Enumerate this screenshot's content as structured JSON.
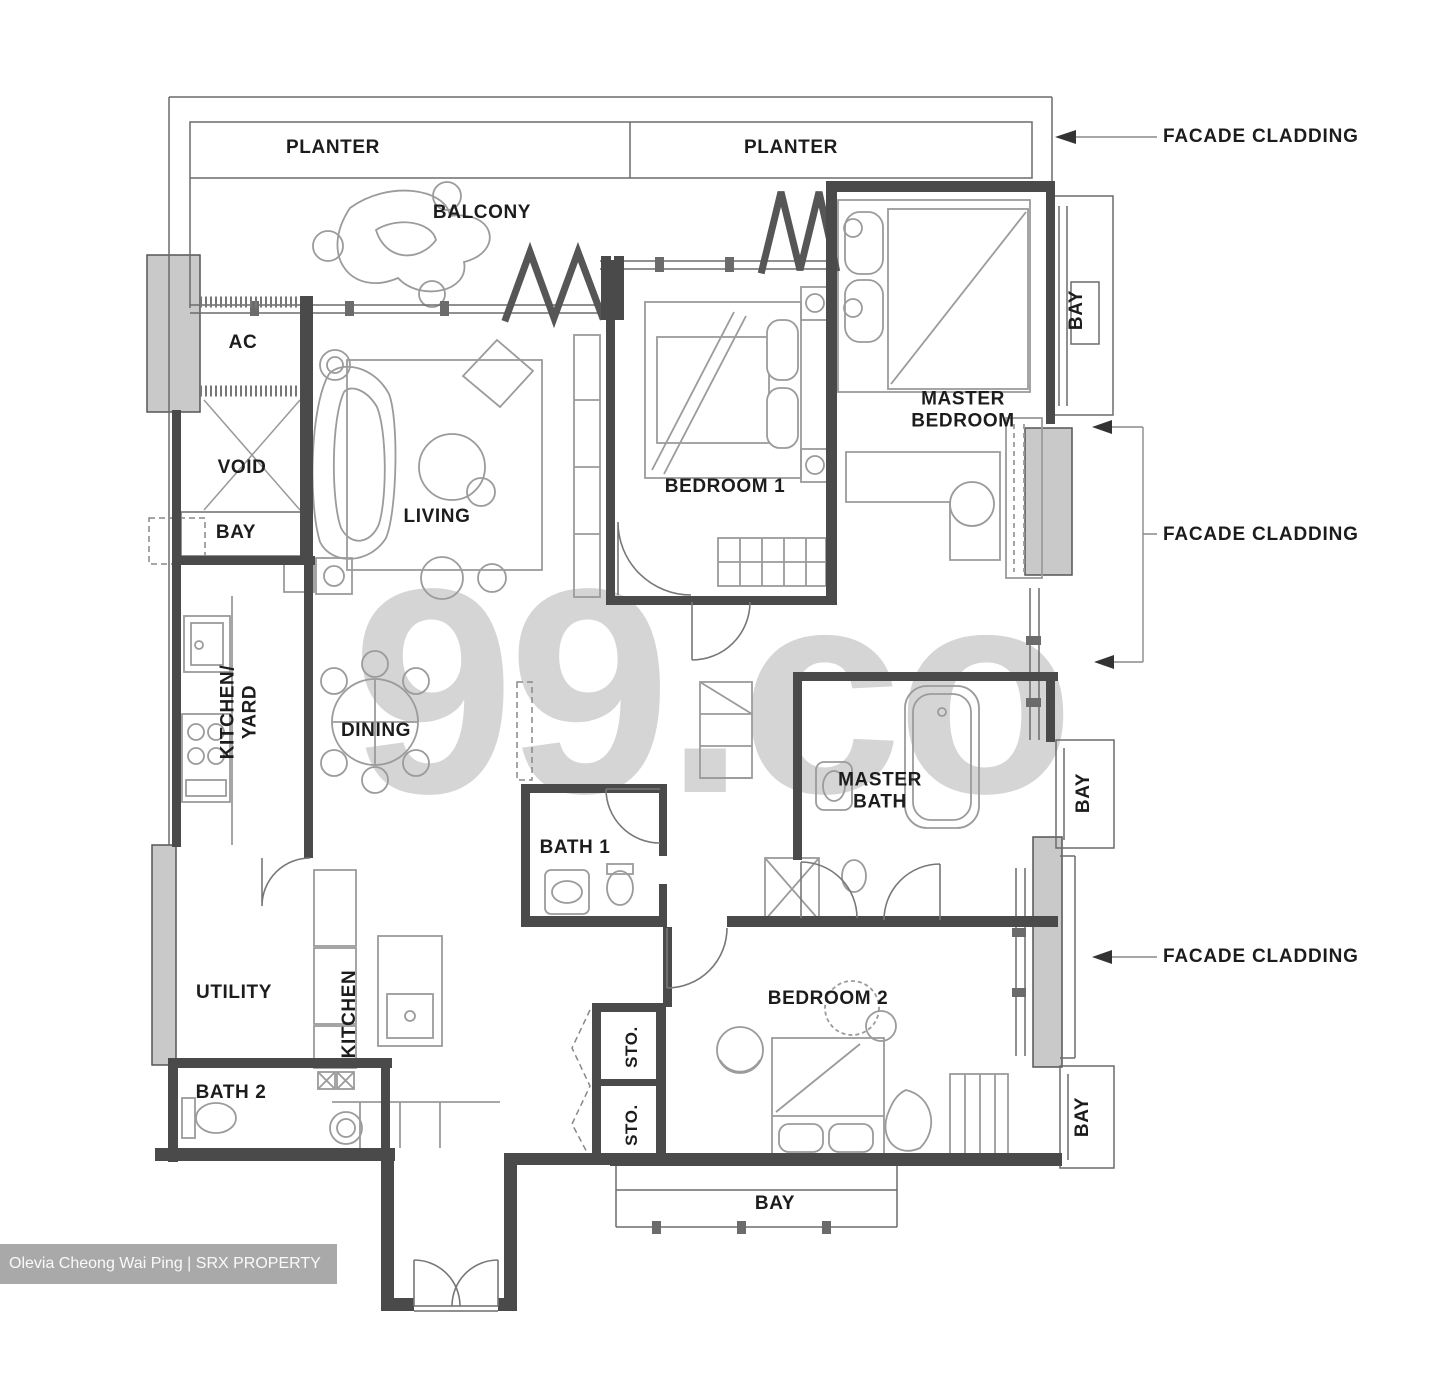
{
  "colors": {
    "wall": "#4a4a4a",
    "thin_line": "#6b6b6b",
    "furniture_line": "#9b9b9b",
    "gray_fill": "#c9c9c9",
    "watermark": "#cbcbcb",
    "attribution_bg": "#a9a9a9",
    "attribution_text": "#fafafa",
    "label_text": "#1c1c1c"
  },
  "labels": {
    "planter_left": "PLANTER",
    "planter_right": "PLANTER",
    "balcony": "BALCONY",
    "ac": "AC",
    "void": "VOID",
    "bay_left": "BAY",
    "living": "LIVING",
    "bedroom_1": "BEDROOM 1",
    "master_bedroom": "MASTER\nBEDROOM",
    "bay_top_right": "BAY",
    "kitchen_yard": "KITCHEN/\nYARD",
    "dining": "DINING",
    "bath_1": "BATH 1",
    "master_bath": "MASTER\nBATH",
    "utility": "UTILITY",
    "kitchen": "KITCHEN",
    "bath_2": "BATH 2",
    "sto_upper": "STO.",
    "sto_lower": "STO.",
    "bedroom_2": "BEDROOM 2",
    "bay_mid_right": "BAY",
    "bay_bottom_right": "BAY",
    "bay_bottom": "BAY"
  },
  "annotations": {
    "facade_cladding_top": "FACADE CLADDING",
    "facade_cladding_middle": "FACADE CLADDING",
    "facade_cladding_bottom": "FACADE CLADDING"
  },
  "watermark": {
    "text": "99.co"
  },
  "attribution": {
    "text": "Olevia Cheong Wai Ping | SRX PROPERTY"
  }
}
